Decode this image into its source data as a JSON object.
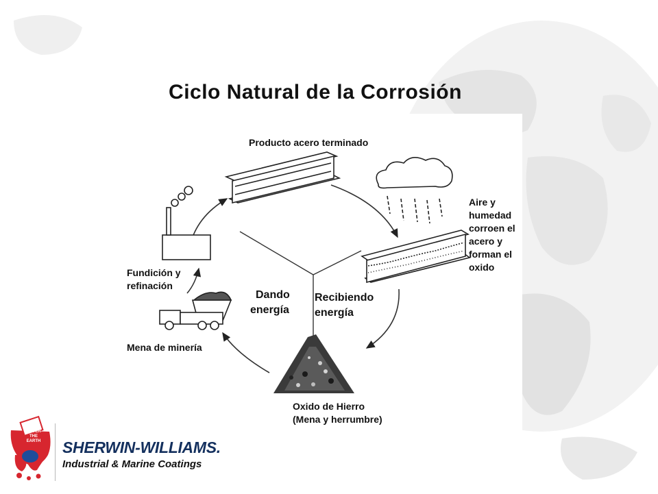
{
  "slide": {
    "title": "Ciclo Natural de la Corrosión"
  },
  "diagram": {
    "labels": {
      "finished_product": "Producto acero terminado",
      "corrosion_line1": "Aire y",
      "corrosion_line2": "humedad",
      "corrosion_line3": "corroen el",
      "corrosion_line4": "acero y",
      "corrosion_line5": "forman el",
      "corrosion_line6": "oxido",
      "smelting_line1": "Fundición y",
      "smelting_line2": "refinación",
      "mining": "Mena de minería",
      "giving_line1": "Dando",
      "giving_line2": "energía",
      "receiving_line1": "Recibiendo",
      "receiving_line2": "energía",
      "iron_oxide_line1": "Oxido de Hierro",
      "iron_oxide_line2": "(Mena y herrumbre)"
    }
  },
  "logo": {
    "brand": "SHERWIN-WILLIAMS.",
    "tagline": "Industrial & Marine Coatings",
    "can_text": "COVER THE EARTH",
    "colors": {
      "red": "#d7262f",
      "navy": "#14305e"
    }
  }
}
